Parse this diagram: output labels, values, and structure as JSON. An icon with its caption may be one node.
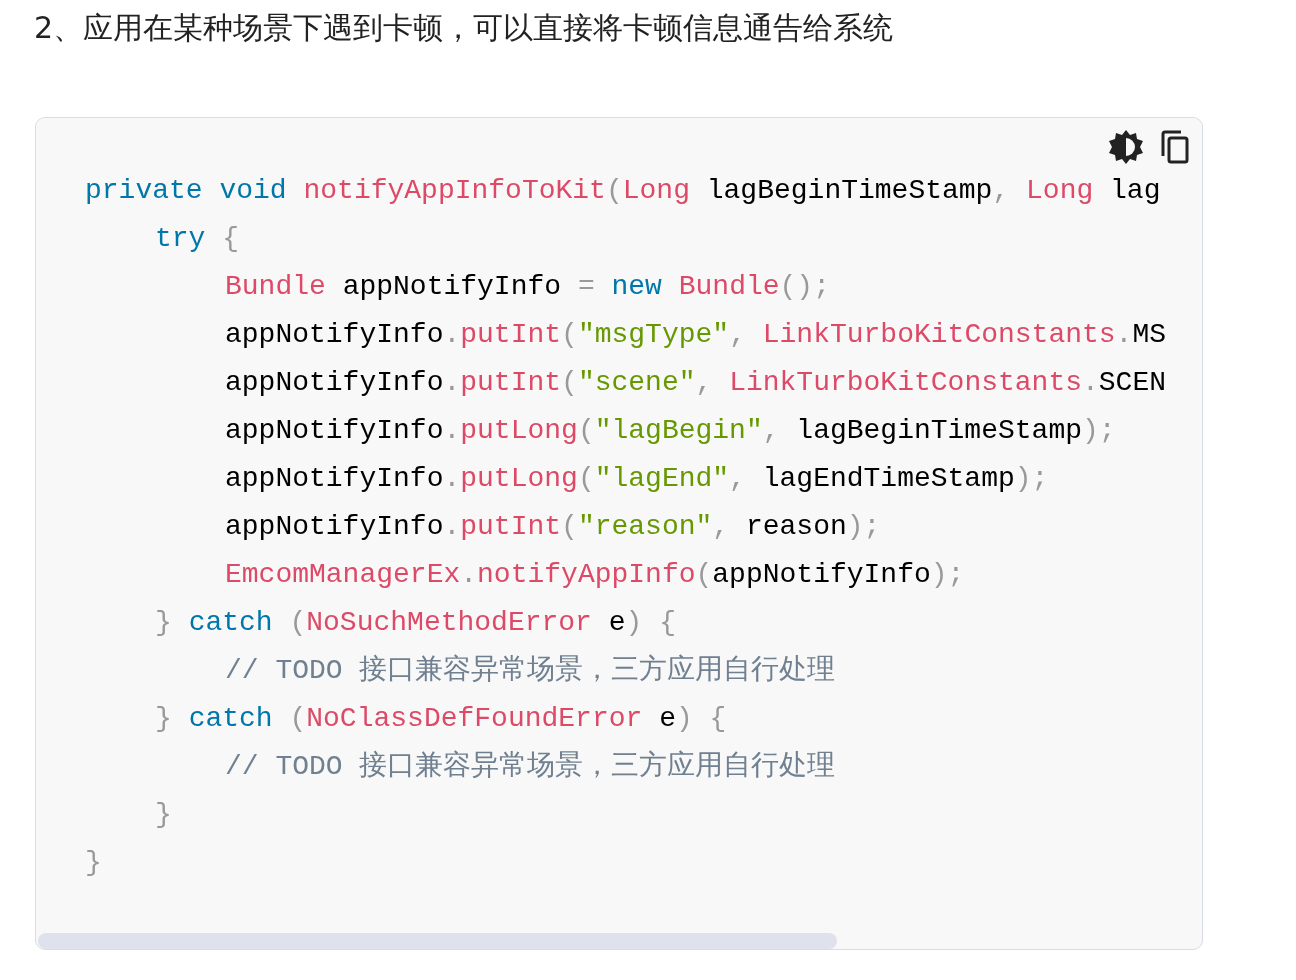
{
  "diagram": {
    "title": "2、应用在某种场景下遇到卡顿，可以直接将卡顿信息通告给系统",
    "labels": [
      "private void notifyAppInfoToKit(Long lagBeginTimeStamp, Long lag",
      "try {",
      "Bundle appNotifyInfo = new Bundle();",
      "appNotifyInfo.putInt(\"msgType\", LinkTurboKitConstants.MS",
      "appNotifyInfo.putInt(\"scene\", LinkTurboKitConstants.SCEN",
      "appNotifyInfo.putLong(\"lagBegin\", lagBeginTimeStamp);",
      "appNotifyInfo.putLong(\"lagEnd\", lagEndTimeStamp);",
      "appNotifyInfo.putInt(\"reason\", reason);",
      "EmcomManagerEx.notifyAppInfo(appNotifyInfo);",
      "} catch (NoSuchMethodError e) {",
      "// TODO 接口兼容异常场景，三方应用自行处理",
      "} catch (NoClassDefFoundError e) {",
      "// TODO 接口兼容异常场景，三方应用自行处理",
      "}",
      "}"
    ]
  }
}
